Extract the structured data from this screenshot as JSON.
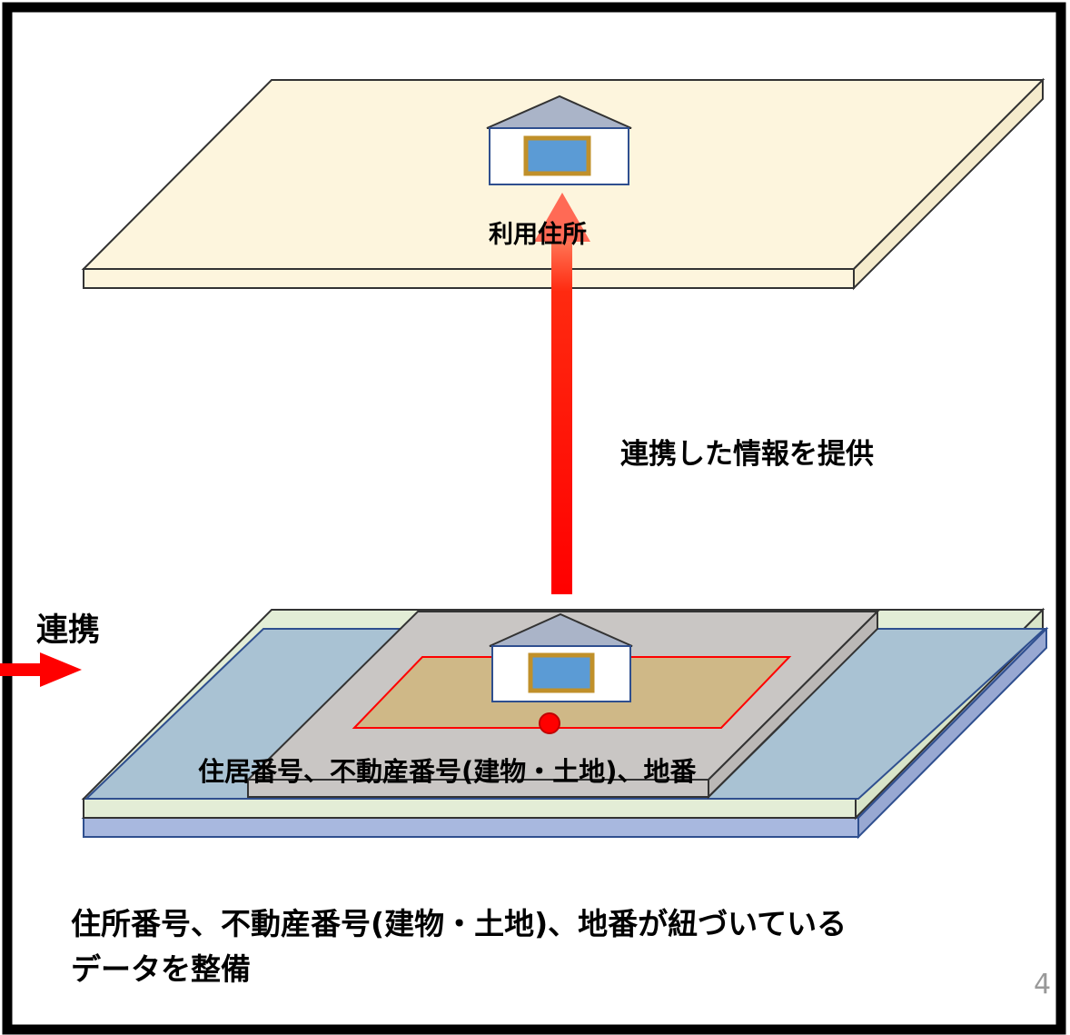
{
  "labels": {
    "top_layer": "利用住所",
    "provide_arrow": "連携した情報を提供",
    "link_arrow": "連携",
    "middle_layer": "住居番号、不動産番号(建物・土地)、地番",
    "bottom_caption_line1": "住所番号、不動産番号(建物・土地)、地番が紐づいている",
    "bottom_caption_line2": "データを整備",
    "page_number": "4"
  },
  "colors": {
    "top_plate": "#fdf5dd",
    "green_plate": "#e3edd6",
    "blue_plate": "#a9c2d3",
    "blue_plate_base": "#a8b8df",
    "gray_plate": "#c9c6c4",
    "parcel": "#cfb887",
    "parcel_outline": "#ff0000",
    "arrow": "#ff0000",
    "house_roof": "#aab4c8",
    "house_window_frame": "#c0902a",
    "house_window": "#5b9bd5"
  }
}
